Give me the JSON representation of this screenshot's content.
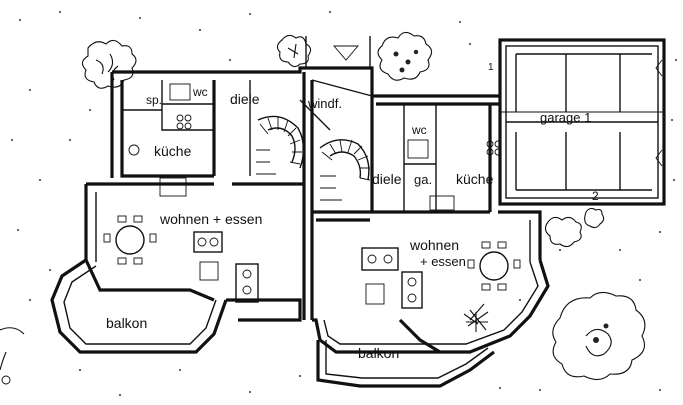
{
  "rooms": {
    "sp": "sp.",
    "wc_left": "wc",
    "diele_left": "diele",
    "windf": "windf.",
    "kueche_left": "küche",
    "wohnen_left": "wohnen + essen",
    "balkon_left": "balkon",
    "wc_right": "wc",
    "diele_right": "diele",
    "ga": "ga.",
    "kueche_right": "küche",
    "wohnen_right_1": "wohnen",
    "wohnen_right_2": "+ essen",
    "balkon_right": "balkon",
    "garage": "garage 1",
    "garage_number_2": "2",
    "height_mark": "1"
  },
  "colors": {
    "ink": "#111111",
    "paper": "#ffffff"
  }
}
